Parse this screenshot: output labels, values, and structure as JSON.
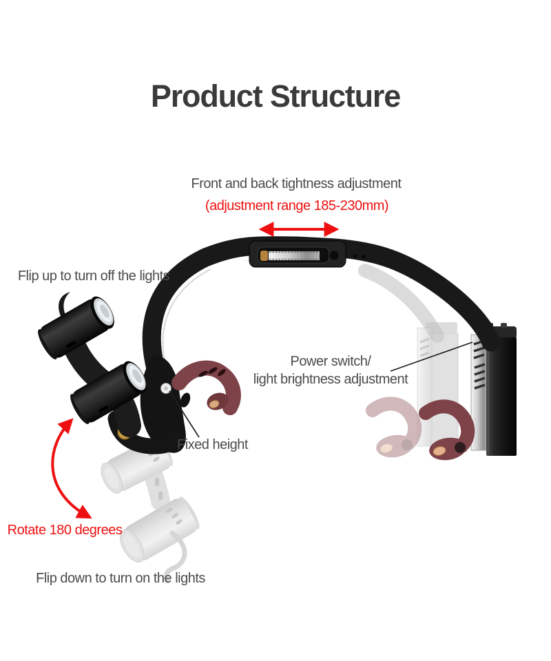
{
  "page": {
    "title": "Product Structure"
  },
  "annotations": {
    "tightness_line1": "Front and back tightness adjustment",
    "tightness_line2": "(adjustment range 185-230mm)",
    "flip_up": "Flip up to turn off the lights",
    "power_line1": "Power switch/",
    "power_line2": "light brightness adjustment",
    "fixed_height": "Fixed height",
    "rotate": "Rotate 180 degrees",
    "flip_down": "Flip down to turn on the lights"
  },
  "icons": {
    "width_arrow": "double-headed-horizontal-arrow",
    "rotate_arrow": "curved-double-headed-arrow"
  },
  "colors": {
    "accent_red": "#ee1010",
    "title_text": "#3a3a3a",
    "label_text": "#4a4a4a",
    "product_black": "#191919",
    "leather_maroon": "#7d4348",
    "ghost_gray": "#c9c9c9",
    "background": "#ffffff"
  },
  "product_parts": {
    "headband": "adjustable head strap",
    "ratchet": "tightness adjustment ratchet",
    "light_module": "dual loupe lights",
    "battery_module": "power switch / battery pack",
    "leather_clamp": "leather strap clamp"
  }
}
